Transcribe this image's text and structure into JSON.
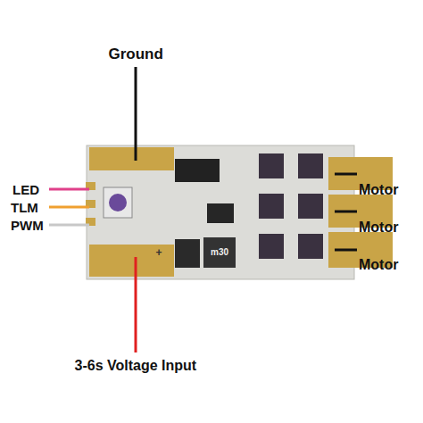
{
  "diagram": {
    "labels": [
      "Ground",
      "LED",
      "TLM",
      "PWM",
      "3-6s Voltage Input",
      "Motor",
      "Motor",
      "Motor",
      "m30",
      "+"
    ]
  }
}
